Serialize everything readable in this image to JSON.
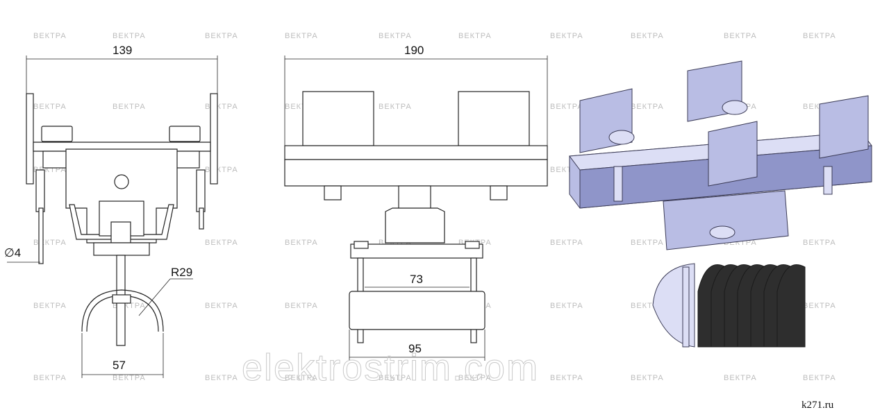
{
  "dimensions": {
    "left_width": "139",
    "hole_diameter": "∅4",
    "radius": "R29",
    "bottom_width": "57",
    "middle_width": "190",
    "plate_width": "73",
    "clamp_width": "95"
  },
  "watermark": "ВЕКТРА",
  "big_watermark": "elektrostrim.com",
  "site_label": "k271.ru",
  "colors": {
    "line": "#222222",
    "iso_metal": "#b9bde4",
    "cable": "#2e2e2e",
    "watermark": "#bdbdbd"
  }
}
